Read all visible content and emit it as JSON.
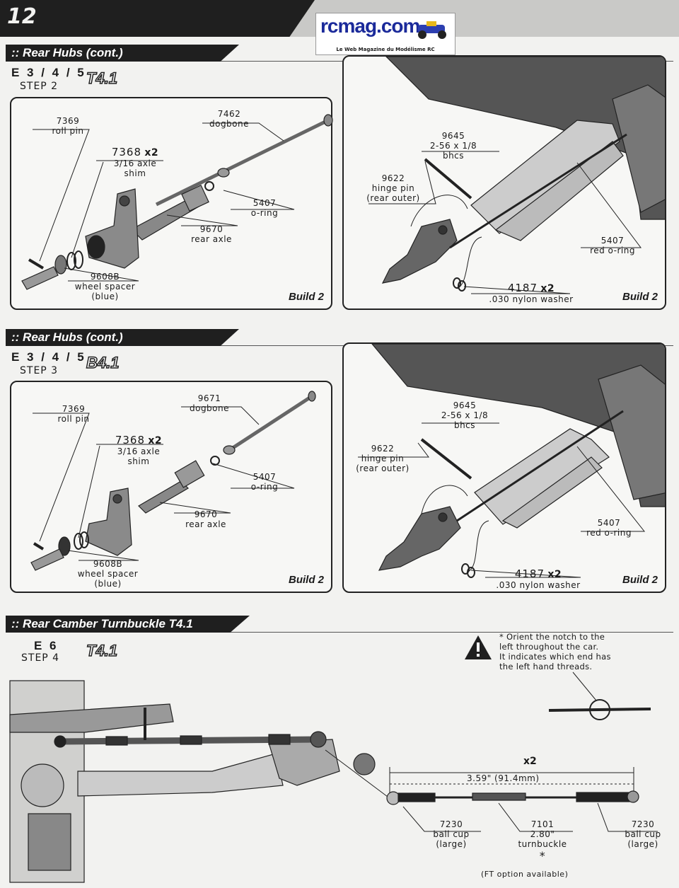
{
  "page": {
    "number": "12"
  },
  "logo": {
    "title": "rcmag.com",
    "tagline": "Le Web Magazine du Modélisme RC"
  },
  "sections": [
    {
      "title": ":: Rear Hubs (cont.)",
      "step_code": "E 3 / 4 / 5",
      "step_label": "STEP 2",
      "model": "T4.1",
      "left": {
        "build": "Build 2",
        "parts": [
          {
            "num": "7369",
            "desc": "roll pin"
          },
          {
            "num": "7368",
            "qty": "x2",
            "desc1": "3/16 axle",
            "desc2": "shim"
          },
          {
            "num": "7462",
            "desc": "dogbone"
          },
          {
            "num": "5407",
            "desc": "o-ring"
          },
          {
            "num": "9670",
            "desc": "rear axle"
          },
          {
            "num": "9608B",
            "desc1": "wheel spacer",
            "desc2": "(blue)"
          }
        ]
      },
      "right": {
        "build": "Build 2",
        "parts": [
          {
            "num": "9645",
            "desc1": "2-56 x 1/8",
            "desc2": "bhcs"
          },
          {
            "num": "9622",
            "desc1": "hinge pin",
            "desc2": "(rear outer)"
          },
          {
            "num": "5407",
            "desc": "red o-ring"
          },
          {
            "num": "4187",
            "qty": "x2",
            "desc": ".030 nylon washer"
          }
        ]
      }
    },
    {
      "title": ":: Rear Hubs (cont.)",
      "step_code": "E 3 / 4 / 5",
      "step_label": "STEP 3",
      "model": "B4.1",
      "left": {
        "build": "Build 2",
        "parts": [
          {
            "num": "7369",
            "desc": "roll pin"
          },
          {
            "num": "7368",
            "qty": "x2",
            "desc1": "3/16 axle",
            "desc2": "shim"
          },
          {
            "num": "9671",
            "desc": "dogbone"
          },
          {
            "num": "5407",
            "desc": "o-ring"
          },
          {
            "num": "9670",
            "desc": "rear axle"
          },
          {
            "num": "9608B",
            "desc1": "wheel spacer",
            "desc2": "(blue)"
          }
        ]
      },
      "right": {
        "build": "Build 2",
        "parts": [
          {
            "num": "9645",
            "desc1": "2-56 x 1/8",
            "desc2": "bhcs"
          },
          {
            "num": "9622",
            "desc1": "hinge pin",
            "desc2": "(rear outer)"
          },
          {
            "num": "5407",
            "desc": "red o-ring"
          },
          {
            "num": "4187",
            "qty": "x2",
            "desc": ".030 nylon washer"
          }
        ]
      }
    },
    {
      "title": ":: Rear Camber Turnbuckle T4.1",
      "step_code": "E 6",
      "step_label": "STEP 4",
      "model": "T4.1",
      "note": [
        "* Orient the notch to the",
        "left throughout the car.",
        "It indicates which end has",
        "the left hand threads."
      ],
      "qty": "x2",
      "length": "3.59\" (91.4mm)",
      "parts": [
        {
          "num": "7230",
          "desc1": "ball cup",
          "desc2": "(large)"
        },
        {
          "num": "7101",
          "desc1": "2.80\"",
          "desc2": "turnbuckle",
          "mark": "*"
        },
        {
          "num": "7230",
          "desc1": "ball cup",
          "desc2": "(large)"
        }
      ],
      "ft_option": "(FT option available)"
    }
  ]
}
